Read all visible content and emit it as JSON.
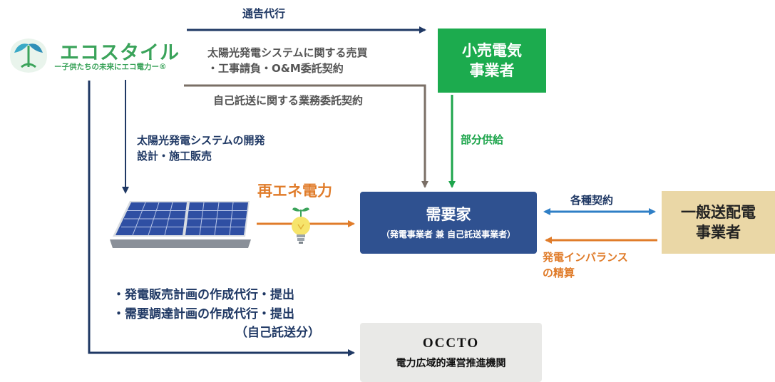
{
  "logo": {
    "title": "エコスタイル",
    "subtitle": "ー子供たちの未来にエコ電力ー®"
  },
  "labels": {
    "notify": "通告代行",
    "sale_contract_1": "太陽光発電システムに関する売買",
    "sale_contract_2": "・工事請負・O&M委託契約",
    "self_wheeling_contract": "自己託送に関する業務委託契約",
    "development_1": "太陽光発電システムの開発",
    "development_2": "設計・施工販売",
    "renewable": "再エネ電力",
    "partial_supply": "部分供給",
    "contracts": "各種契約",
    "imbalance_1": "発電インバランス",
    "imbalance_2": "の精算",
    "plan_1": "・発電販売計画の作成代行・提出",
    "plan_2": "・需要調達計画の作成代行・提出",
    "plan_3": "（自己託送分）"
  },
  "boxes": {
    "retailer_1": "小売電気",
    "retailer_2": "事業者",
    "consumer_1": "需要家",
    "consumer_2": "（発電事業者 兼 自己託送事業者）",
    "grid_1": "一般送配電",
    "grid_2": "事業者",
    "occto_1": "OCCTO",
    "occto_2": "電力広域的運営推進機関"
  },
  "colors": {
    "navy": "#1f3864",
    "gray": "#7a6f66",
    "green": "#1ea54c",
    "orange": "#e07c2a",
    "blue": "#2f7fc6",
    "retailer_box": "#1cab4e",
    "consumer_box": "#2f5190",
    "grid_box": "#ead7a6",
    "occto_box": "#e9e9e7"
  }
}
